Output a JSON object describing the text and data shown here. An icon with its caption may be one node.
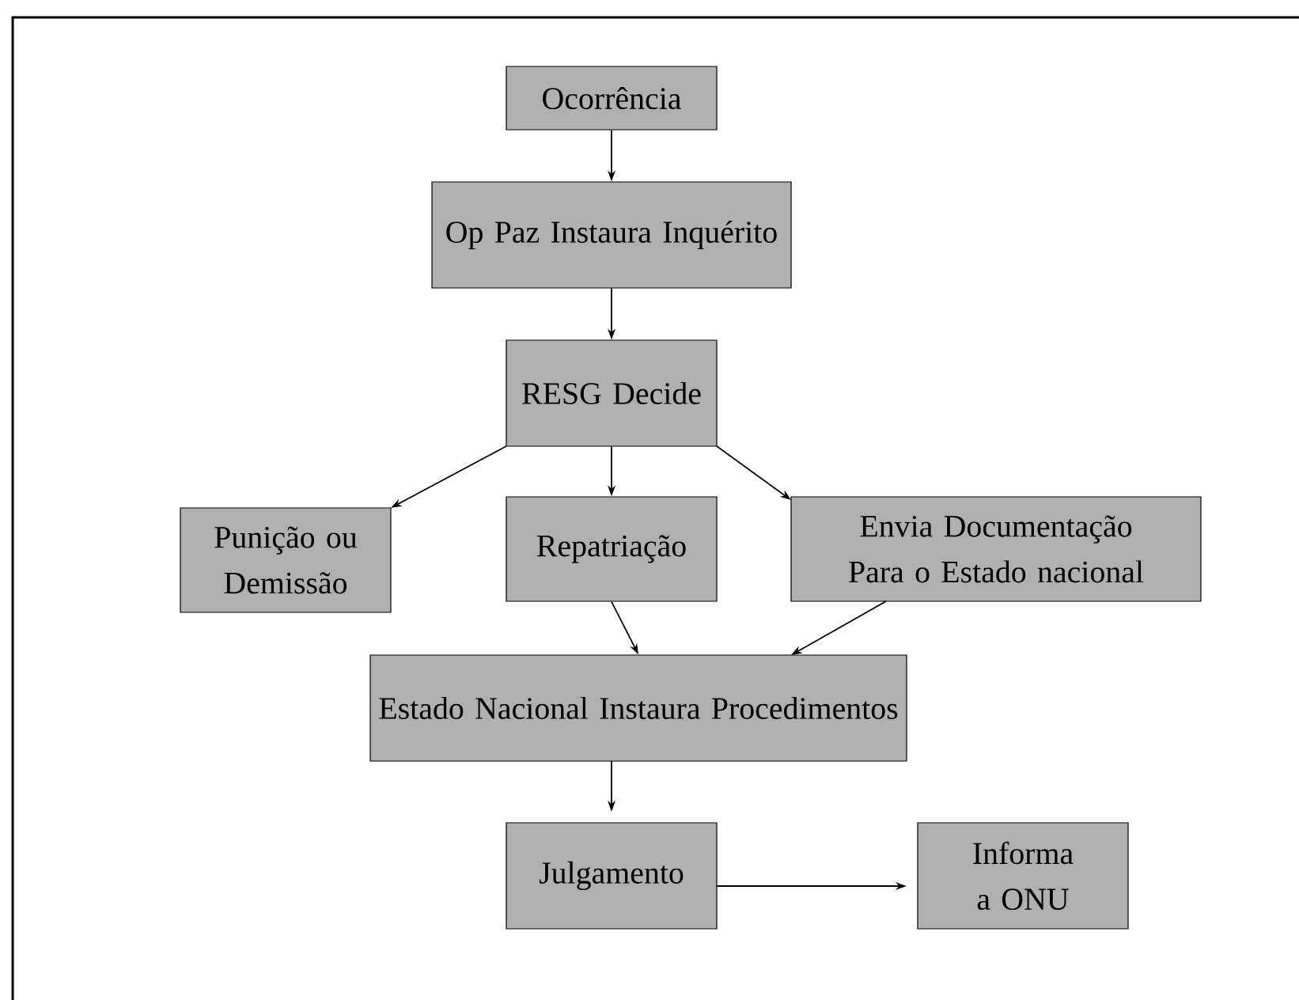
{
  "diagram": {
    "nodes": [
      {
        "text": [
          "Ocorrência"
        ]
      },
      {
        "text": [
          "Op Paz Instaura Inquérito"
        ]
      },
      {
        "text": [
          "RESG Decide"
        ]
      },
      {
        "text": [
          "Punição ou Demissão"
        ]
      },
      {
        "text": [
          "Repatriação"
        ]
      },
      {
        "text": [
          "Envia Documentação Para o Estado nacional"
        ]
      },
      {
        "text": [
          "Estado Nacional Instaura Procedimentos"
        ]
      },
      {
        "text": [
          "Julgamento"
        ]
      },
      {
        "text": [
          "Informa a ONU"
        ]
      }
    ],
    "edges": [
      {
        "from": 0,
        "to": 1,
        "arrow": "to"
      },
      {
        "from": 1,
        "to": 2,
        "arrow": "to"
      },
      {
        "from": 2,
        "to": 3,
        "arrow": "to"
      },
      {
        "from": 2,
        "to": 4,
        "arrow": "to"
      },
      {
        "from": 2,
        "to": 5,
        "arrow": "to"
      },
      {
        "from": 4,
        "to": 6,
        "arrow": "to"
      },
      {
        "from": 5,
        "to": 6,
        "arrow": "to"
      },
      {
        "from": 6,
        "to": 7,
        "arrow": "to"
      },
      {
        "from": 7,
        "to": 8,
        "arrow": "to"
      }
    ]
  }
}
